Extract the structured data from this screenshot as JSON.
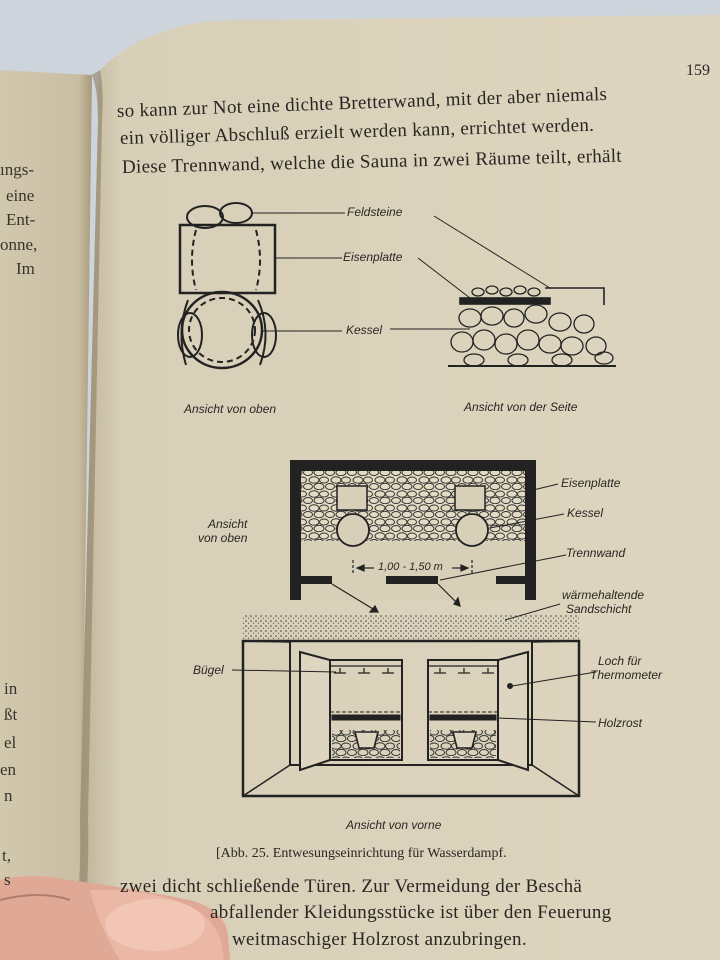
{
  "page": {
    "page_number": "159",
    "body_lines_top": [
      "so kann zur Not eine dichte Bretterwand, mit der aber niemals",
      "ein völliger Abschluß erzielt werden kann, errichtet werden.",
      "Diese Trennwand, welche die Sauna in zwei Räume teilt, erhält"
    ],
    "body_lines_bottom": [
      "zwei dicht schließende Türen.  Zur Vermeidung der Beschä",
      "abfallender Kleidungsstücke ist über den Feuerung",
      "weitmaschiger Holzrost anzubringen."
    ],
    "caption": "[Abb. 25.   Entwesungseinrichtung für Wasserdampf."
  },
  "left_page": {
    "fragments": [
      "ıngs-",
      "eine",
      "Ent-",
      "onne,",
      "Im",
      "in",
      "ßt",
      "el",
      "en",
      "n",
      "t,",
      "s"
    ]
  },
  "figure": {
    "top_diagram_labels": {
      "feldsteine": "Feldsteine",
      "eisenplatte": "Eisenplatte",
      "kessel": "Kessel",
      "view_top": "Ansicht von oben",
      "view_side": "Ansicht von der Seite"
    },
    "bottom_diagram_labels": {
      "view_top_line1": "Ansicht",
      "view_top_line2": "von oben",
      "eisenplatte": "Eisenplatte",
      "kessel": "Kessel",
      "dimension": "1,00 - 1,50 m",
      "trennwand": "Trennwand",
      "sandschicht_line1": "wärmehaltende",
      "sandschicht_line2": "Sandschicht",
      "buegel": "Bügel",
      "thermometer_line1": "Loch für",
      "thermometer_line2": "Thermometer",
      "holzrost": "Holzrost",
      "view_front": "Ansicht von vorne"
    }
  }
}
